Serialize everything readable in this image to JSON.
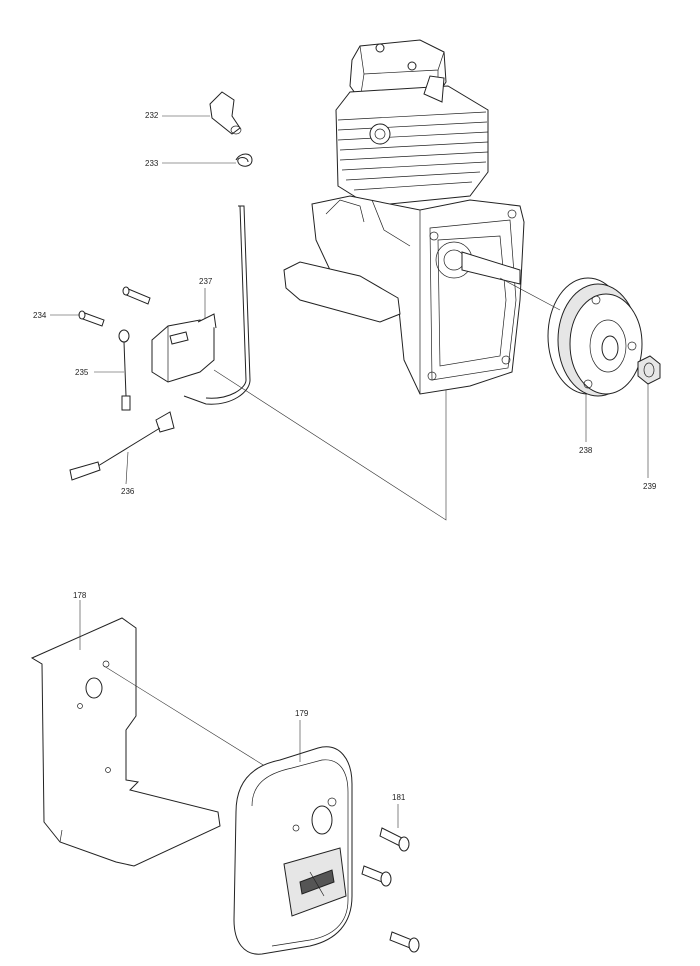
{
  "labels": {
    "p232": "232",
    "p233": "233",
    "p234": "234",
    "p235": "235",
    "p236": "236",
    "p237": "237",
    "p238": "238",
    "p239": "239",
    "p178": "178",
    "p179": "179",
    "p181": "181"
  }
}
